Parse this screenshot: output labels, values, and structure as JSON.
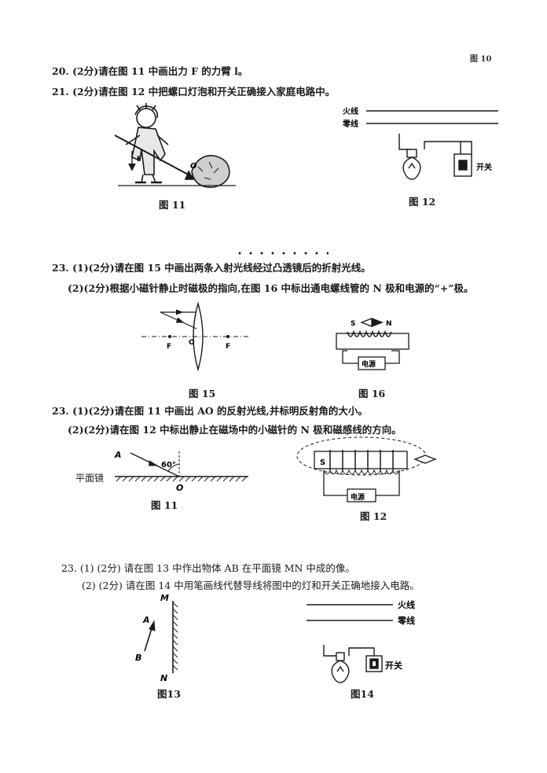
{
  "corner_mark": "图 10",
  "q20": "20. (2分)请在图 11 中画出力 F 的力臂 l。",
  "q21": "21. (2分)请在图 12 中把螺口灯泡和开关正确接入家庭电路中。",
  "fig_a": {
    "caption_left": "图 11",
    "caption_right": "图 12",
    "force_label": "F",
    "pivot_label": "O",
    "live_wire": "火线",
    "neutral_wire": "零线",
    "switch_label": "开关"
  },
  "q23a_1": "23. (1)(2分)请在图 15 中画出两条入射光线经过凸透镜后的折射光线。",
  "q23a_2": "(2)(2分)根据小磁针静止时磁极的指向,在图 16 中标出通电螺线管的 N 极和电源的“+”极。",
  "fig_b": {
    "caption_left": "图 15",
    "caption_right": "图 16",
    "focus_left": "F",
    "center": "O",
    "focus_right": "F",
    "needle_s": "S",
    "needle_n": "N",
    "power": "电源"
  },
  "q23b_1": "23. (1)(2分)请在图 11 中画出 AO 的反射光线,并标明反射角的大小。",
  "q23b_2": "(2)(2分)请在图 12 中标出静止在磁场中的小磁针的 N 极和磁感线的方向。",
  "fig_c": {
    "caption_left": "图 11",
    "caption_right": "图 12",
    "ray_label": "A",
    "angle": "60°",
    "mirror_label": "平面镜",
    "point_o": "O",
    "coil_s": "S",
    "power": "电源"
  },
  "q23c_1": "23. (1) (2分) 请在图 13 中作出物体 AB 在平面镜 MN 中成的像。",
  "q23c_2": "(2) (2分) 请在图 14 中用笔画线代替导线将图中的灯和开关正确地接入电路。",
  "fig_d": {
    "caption_left": "图13",
    "caption_right": "图14",
    "m": "M",
    "n": "N",
    "a": "A",
    "b": "B",
    "live_wire": "火线",
    "neutral_wire": "零线",
    "switch_label": "开关"
  }
}
